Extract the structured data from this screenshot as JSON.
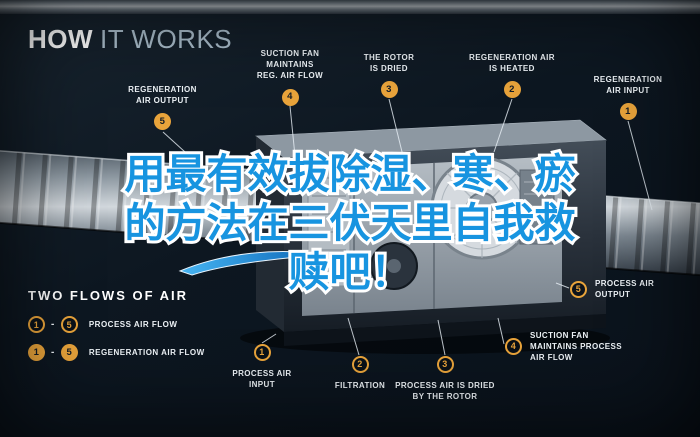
{
  "colors": {
    "badge_gold": "#E9A43B",
    "overlay_blue": "#1794E0",
    "background": "#0C1520"
  },
  "title": {
    "bold": "HOW",
    "light": "IT WORKS"
  },
  "overlay": {
    "line1": "用最有效拔除湿、寒、瘀",
    "line2": "的方法在三伏天里自我救",
    "line3": "赎吧！"
  },
  "callouts": {
    "regeneration_output": {
      "num": "5",
      "label": "REGENERATION\nAIR OUTPUT"
    },
    "suction_fan_reg": {
      "num": "4",
      "label": "SUCTION FAN\nMAINTAINS\nREG. AIR FLOW"
    },
    "rotor_dried": {
      "num": "3",
      "label": "THE ROTOR\nIS DRIED"
    },
    "regeneration_heated": {
      "num": "2",
      "label": "REGENERATION AIR\nIS HEATED"
    },
    "regeneration_input": {
      "num": "1",
      "label": "REGENERATION\nAIR INPUT"
    },
    "process_output": {
      "num": "5",
      "label": "PROCESS AIR\nOUTPUT"
    },
    "suction_fan_process": {
      "num": "4",
      "label": "SUCTION FAN\nMAINTAINS PROCESS\nAIR FLOW"
    },
    "process_dried": {
      "num": "3",
      "label": "PROCESS AIR IS DRIED\nBY THE ROTOR"
    },
    "filtration": {
      "num": "2",
      "label": "FILTRATION"
    },
    "process_input": {
      "num": "1",
      "label": "PROCESS AIR\nINPUT"
    }
  },
  "legend": {
    "heading": "TWO FLOWS OF AIR",
    "dash": "-",
    "rows": [
      {
        "from": "1",
        "to": "5",
        "label": "PROCESS AIR FLOW"
      },
      {
        "from": "1",
        "to": "5",
        "label": "REGENERATION AIR FLOW"
      }
    ]
  }
}
